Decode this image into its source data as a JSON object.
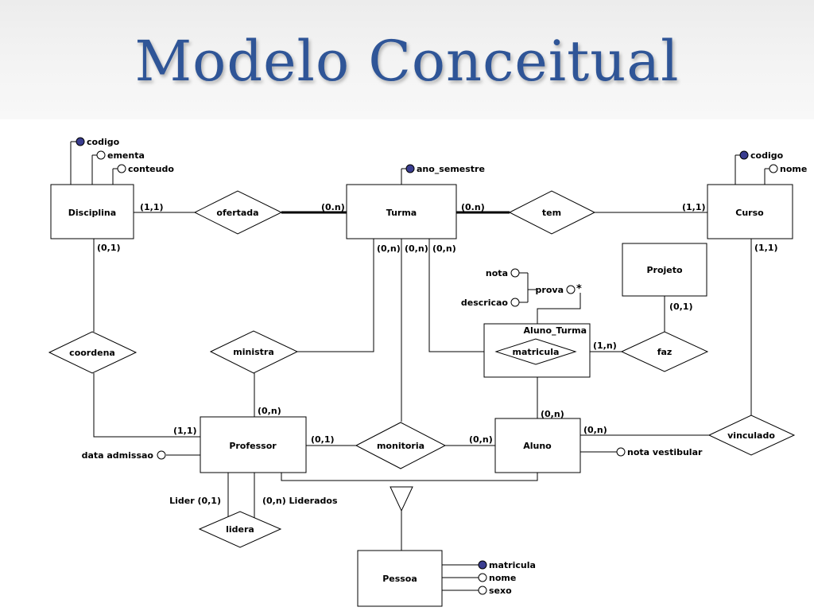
{
  "slide": {
    "title": "Modelo Conceitual"
  },
  "entities": {
    "disciplina": "Disciplina",
    "turma": "Turma",
    "curso": "Curso",
    "projeto": "Projeto",
    "aluno_turma": "Aluno_Turma",
    "professor": "Professor",
    "aluno": "Aluno",
    "pessoa": "Pessoa"
  },
  "relationships": {
    "ofertada": "ofertada",
    "tem": "tem",
    "coordena": "coordena",
    "ministra": "ministra",
    "matricula": "matricula",
    "faz": "faz",
    "monitoria": "monitoria",
    "vinculado": "vinculado",
    "lidera": "lidera"
  },
  "attributes": {
    "disciplina_codigo": "codigo",
    "disciplina_ementa": "ementa",
    "disciplina_conteudo": "conteudo",
    "turma_ano_semestre": "ano_semestre",
    "curso_codigo": "codigo",
    "curso_nome": "nome",
    "nota": "nota",
    "descricao": "descricao",
    "prova": "prova",
    "data_admissao": "data admissao",
    "nota_vestibular": "nota vestibular",
    "pessoa_matricula": "matricula",
    "pessoa_nome": "nome",
    "pessoa_sexo": "sexo"
  },
  "cardinalities": {
    "disciplina_ofertada": "(1,1)",
    "turma_ofertada": "(0.n)",
    "turma_tem": "(0.n)",
    "curso_tem": "(1,1)",
    "disciplina_coordena": "(0,1)",
    "turma_ministra": "(0,n)",
    "turma_monitoria": "(0,n)",
    "turma_matricula": "(0,n)",
    "curso_vinculado": "(1,1)",
    "projeto_faz": "(0,1)",
    "aluno_turma_faz": "(1,n)",
    "professor_ministra": "(0,n)",
    "professor_coordena": "(1,1)",
    "professor_monitoria": "(0,1)",
    "aluno_monitoria": "(0,n)",
    "aluno_matricula": "(0,n)",
    "aluno_vinculado": "(0,n)",
    "lider": "Lider (0,1)",
    "liderados": "(0,n) Liderados"
  },
  "colors": {
    "title": "#2f5597",
    "identifier_attribute": "#3a3d8f"
  },
  "legend": {
    "identifier_attribute": "filled circle",
    "attribute": "hollow circle"
  }
}
